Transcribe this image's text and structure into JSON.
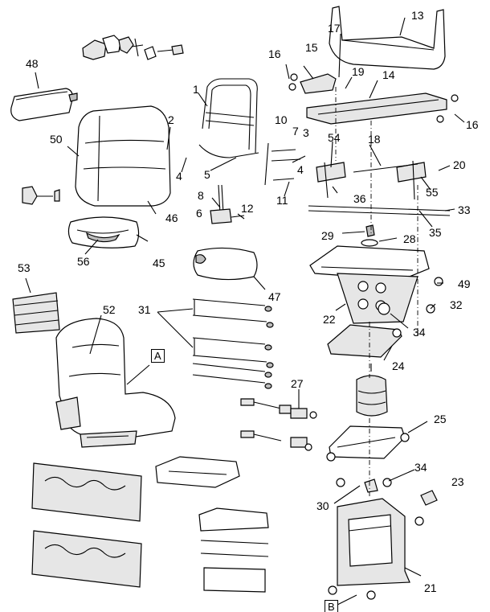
{
  "callouts": {
    "n1": "1",
    "n2": "2",
    "n3": "3",
    "n4a": "4",
    "n4b": "4",
    "n5": "5",
    "n6": "6",
    "n7": "7",
    "n8": "8",
    "n10": "10",
    "n11": "11",
    "n12": "12",
    "n13": "13",
    "n14": "14",
    "n15": "15",
    "n16a": "16",
    "n16b": "16",
    "n17": "17",
    "n18": "18",
    "n19": "19",
    "n20": "20",
    "n21": "21",
    "n22": "22",
    "n23": "23",
    "n24": "24",
    "n25": "25",
    "n27": "27",
    "n28": "28",
    "n29": "29",
    "n30": "30",
    "n31": "31",
    "n32": "32",
    "n33": "33",
    "n34a": "34",
    "n34b": "34",
    "n35": "35",
    "n36": "36",
    "n45": "45",
    "n46": "46",
    "n47": "47",
    "n48": "48",
    "n49": "49",
    "n50": "50",
    "n52": "52",
    "n53": "53",
    "n54": "54",
    "n55": "55",
    "n56": "56"
  },
  "views": {
    "a": "A",
    "b": "B"
  }
}
